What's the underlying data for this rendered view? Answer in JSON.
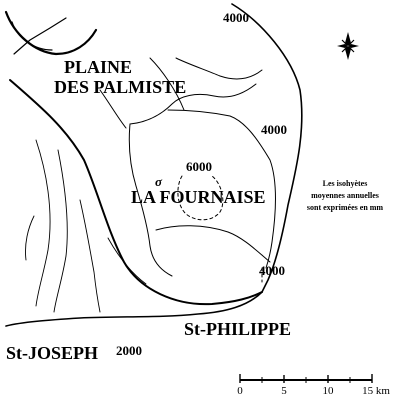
{
  "map": {
    "places": {
      "plaine_line1": "PLAINE",
      "plaine_line2": "DES PALMISTE",
      "fournaise": "LA FOURNAISE",
      "st_philippe": "St-PHILIPPE",
      "st_joseph": "St-JOSEPH"
    },
    "isohyets": {
      "top": "4000",
      "east": "4000",
      "south_east": "4000",
      "summit": "6000",
      "south_west": "2000"
    },
    "legend": {
      "line1": "Les isohyètes",
      "line2": "moyennes annuelles",
      "line3": "sont exprimées en mm"
    },
    "scale": {
      "ticks": [
        "0",
        "5",
        "10",
        "15 km"
      ]
    },
    "icons": {
      "north_arrow": "compass-rose-icon"
    },
    "colors": {
      "ink": "#000000",
      "paper": "#ffffff"
    }
  }
}
